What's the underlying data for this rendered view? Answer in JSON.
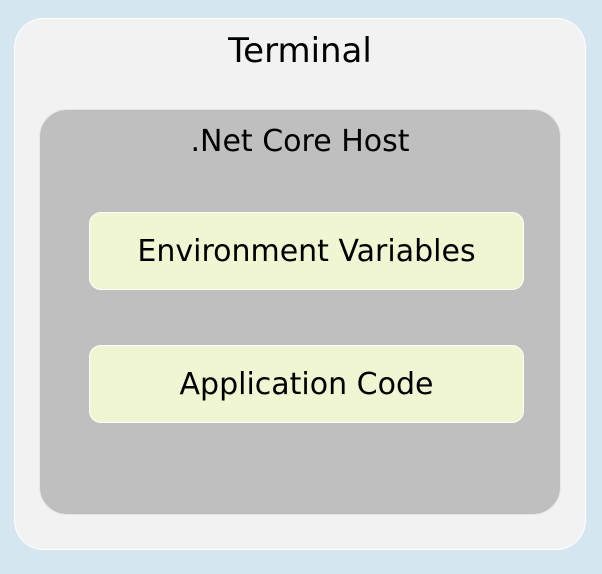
{
  "terminal": {
    "title": "Terminal"
  },
  "host": {
    "title": ".Net Core Host",
    "components": [
      {
        "label": "Environment Variables"
      },
      {
        "label": "Application Code"
      }
    ]
  },
  "colors": {
    "background": "#d6e6f0",
    "terminal_fill": "#f2f2f2",
    "host_fill": "#bfbfbf",
    "component_fill": "#f0f5d2"
  }
}
